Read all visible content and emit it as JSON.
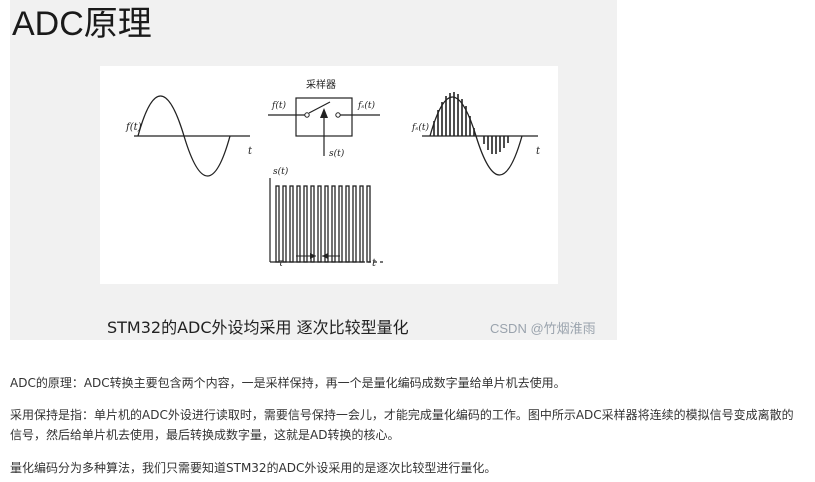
{
  "slide": {
    "title": "ADC原理",
    "caption": "STM32的ADC外设均采用  逐次比较型量化",
    "watermark": "CSDN @竹烟淮雨"
  },
  "diagram": {
    "sampler_label": "采样器",
    "f_t": "f(t)",
    "fs_t": "fₛ(t)",
    "s_t": "s(t)",
    "t": "t",
    "tau": "τ"
  },
  "paragraphs": [
    "ADC的原理：ADC转换主要包含两个内容，一是采样保持，再一个是量化编码成数字量给单片机去使用。",
    "采用保持是指：单片机的ADC外设进行读取时，需要信号保持一会儿，才能完成量化编码的工作。图中所示ADC采样器将连续的模拟信号变成离散的信号，然后给单片机去使用，最后转换成数字量，这就是AD转换的核心。",
    "量化编码分为多种算法，我们只需要知道STM32的ADC外设采用的是逐次比较型进行量化。"
  ]
}
